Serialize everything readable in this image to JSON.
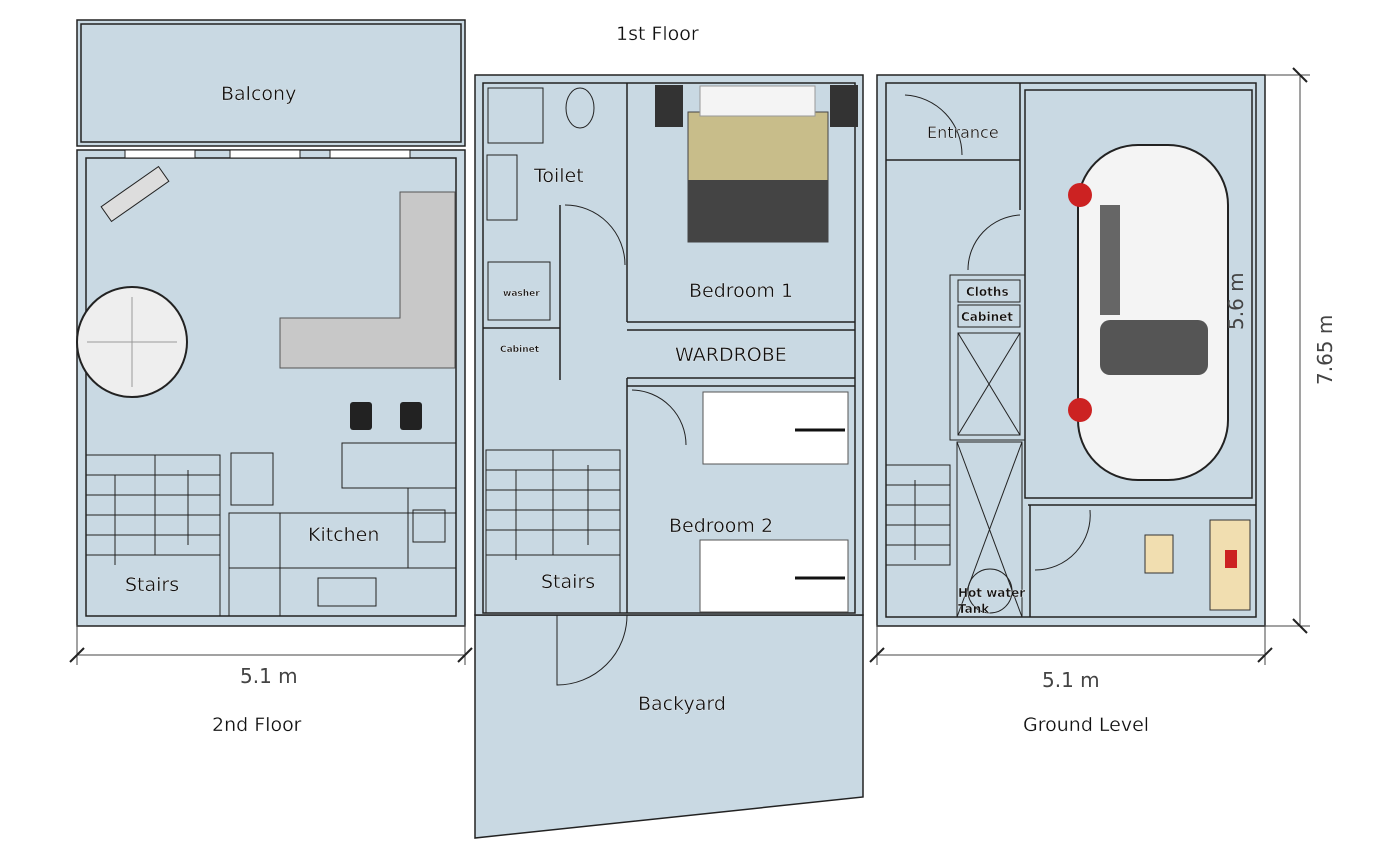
{
  "title": "1st Floor",
  "second_floor": {
    "name": "2nd Floor",
    "width": "5.1 m",
    "rooms": {
      "balcony": "Balcony",
      "kitchen": "Kitchen",
      "stairs": "Stairs"
    }
  },
  "first_floor": {
    "name": "1st Floor",
    "rooms": {
      "toilet": "Toilet",
      "bedroom1": "Bedroom 1",
      "wardrobe": "WARDROBE",
      "bedroom2": "Bedroom 2",
      "stairs": "Stairs",
      "backyard": "Backyard",
      "washer": "washer",
      "cabinet": "Cabinet"
    }
  },
  "ground_level": {
    "name": "Ground Level",
    "width": "5.1 m",
    "depth": "7.65 m",
    "garage_length": "5.6 m",
    "rooms": {
      "entrance": "Entrance",
      "cloths": "Cloths",
      "cabinet": "Cabinet",
      "hot_water_1": "Hot water",
      "hot_water_2": "Tank"
    }
  },
  "colors": {
    "floor": "#c9d9e3",
    "wall": "#222222"
  }
}
